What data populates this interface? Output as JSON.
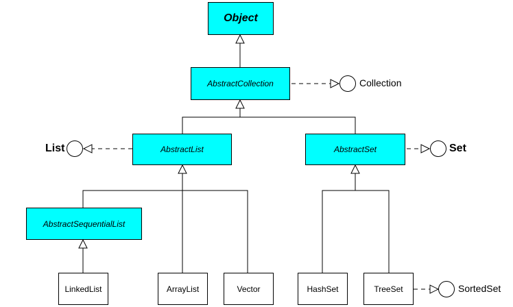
{
  "classes": {
    "object": "Object",
    "abstract_collection": "AbstractCollection",
    "abstract_list": "AbstractList",
    "abstract_set": "AbstractSet",
    "abstract_sequential_list": "AbstractSequentialList",
    "linked_list": "LinkedList",
    "array_list": "ArrayList",
    "vector": "Vector",
    "hash_set": "HashSet",
    "tree_set": "TreeSet"
  },
  "interfaces": {
    "collection": "Collection",
    "list": "List",
    "set": "Set",
    "sorted_set": "SortedSet"
  },
  "colors": {
    "abstract_fill": "#00ffff",
    "concrete_fill": "#ffffff",
    "line": "#000000"
  }
}
